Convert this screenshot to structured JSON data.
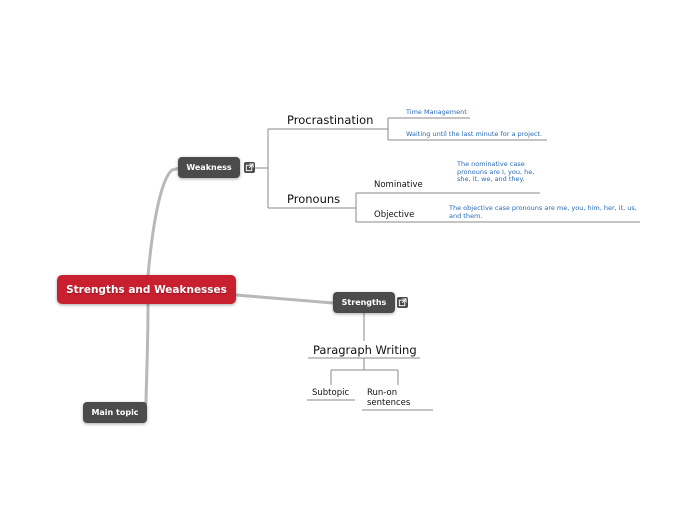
{
  "map": {
    "central_topic": "Strengths and Weaknesses",
    "weakness": {
      "label": "Weakness",
      "procrastination": {
        "label": "Procrastination",
        "items": [
          "Time Management",
          "Waiting until the last minute for a project."
        ]
      },
      "pronouns": {
        "label": "Pronouns",
        "nominative": {
          "label": "Nominative",
          "note": "The nominative case pronouns are I, you, he, she, it, we, and they."
        },
        "objective": {
          "label": "Objective",
          "note": "The objective case pronouns are me, you, him, her, it, us, and them."
        }
      }
    },
    "strengths": {
      "label": "Strengths",
      "paragraph_writing": {
        "label": "Paragraph Writing",
        "subtopic": "Subtopic",
        "run_on": "Run-on sentences"
      }
    },
    "main_topic": "Main topic"
  },
  "colors": {
    "central": "#c8202f",
    "topic": "#4b4b4b",
    "connector": "#b0b0b0",
    "underline": "#8a8a8a",
    "note_text": "#2a6bb5"
  },
  "icons": {
    "link_icon": "external-link-icon"
  }
}
